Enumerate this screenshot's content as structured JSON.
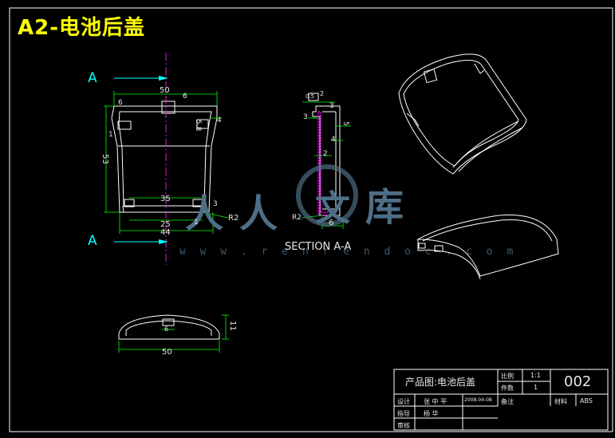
{
  "sheet_title": "A2-电池后盖",
  "view_markers": {
    "top": "A",
    "bottom": "A"
  },
  "front_view_dims": {
    "top_width": "50",
    "top_left_step": "6",
    "top_right_step": "6",
    "right_a": "4",
    "right_b": "5.8",
    "left_a": "1",
    "height": "53",
    "inner_width": "35",
    "bottom_r": "3",
    "bottom_inner": "25",
    "bottom_outer": "44",
    "foot": "1",
    "radius": "R2"
  },
  "section_view_dims": {
    "top_a": "2",
    "top_b": "0.5",
    "top_c": "3",
    "left": "3",
    "right_a": "5",
    "right_b": "4",
    "middle": "2",
    "radius": "R2",
    "bottom": "6"
  },
  "section_label": "SECTION A-A",
  "bottom_view_dims": {
    "width": "50",
    "height": "11",
    "center": "6"
  },
  "watermark": {
    "chars": [
      "人",
      "人",
      "文",
      "库"
    ],
    "url": "w w w . r e n r e n d o c . c o m"
  },
  "title_block": {
    "product_label": "产品图:电池后盖",
    "scale_label": "比例",
    "scale_value": "1:1",
    "qty_label": "件数",
    "qty_value": "1",
    "drawing_no": "002",
    "remark_label": "备注",
    "material_label": "材料",
    "material_value": "ABS",
    "design_label": "设计",
    "designer": "张 中 平",
    "date": "2008-04-08",
    "guide_label": "指导",
    "guide_name": "杨  华",
    "review_label": "审核"
  }
}
